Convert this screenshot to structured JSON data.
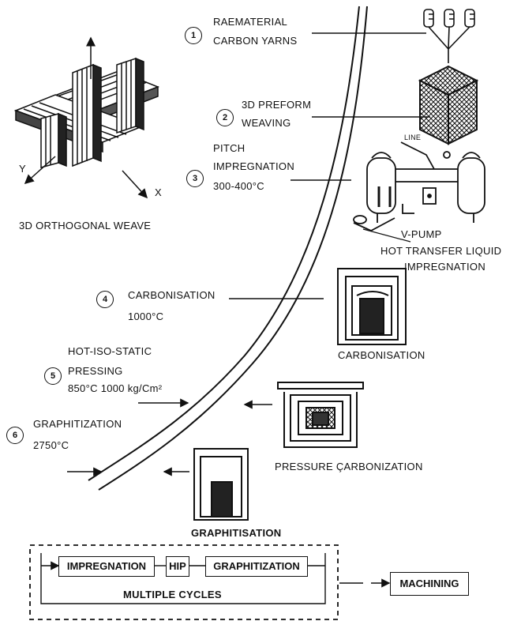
{
  "steps": [
    {
      "num": "1",
      "line1": "RAEMATERIAL",
      "line2": "CARBON YARNS"
    },
    {
      "num": "2",
      "line1": "3D PREFORM",
      "line2": "WEAVING"
    },
    {
      "num": "3",
      "line0": "PITCH",
      "line1": "IMPREGNATION",
      "line2": "300-400°C"
    },
    {
      "num": "4",
      "line1": "CARBONISATION",
      "line2": "1000°C"
    },
    {
      "num": "5",
      "line0": "HOT-ISO-STATIC",
      "line1": "PRESSING",
      "line2": "850°C 1000 kg/Cm²"
    },
    {
      "num": "6",
      "line1": "GRAPHITIZATION",
      "line2": "2750°C"
    }
  ],
  "weave": {
    "caption": "3D ORTHOGONAL WEAVE",
    "axis_y": "Y",
    "axis_x": "X"
  },
  "equipment": {
    "line_label": "LINE",
    "vpump": "V-PUMP",
    "hot_transfer_1": "HOT TRANSFER LIQUID",
    "hot_transfer_2": "IMPREGNATION",
    "carbonisation": "CARBONISATION",
    "pressure_carbonization": "PRESSURE ÇARBONIZATION",
    "graphitisation": "GRAPHITISATION"
  },
  "cycle": {
    "boxes": [
      "IMPREGNATION",
      "HIP",
      "GRAPHITIZATION"
    ],
    "multiple": "MULTIPLE CYCLES",
    "machining": "MACHINING"
  },
  "colors": {
    "ink": "#111111",
    "background": "#ffffff"
  }
}
